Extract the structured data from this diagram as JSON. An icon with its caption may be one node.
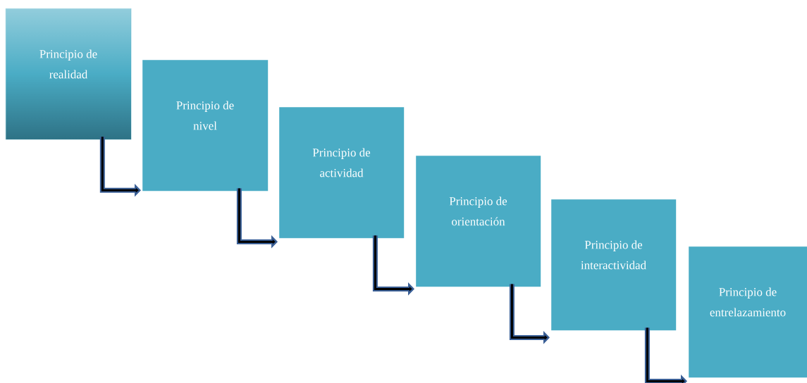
{
  "diagram": {
    "nodes": [
      {
        "text": [
          "Principio de realidad"
        ]
      },
      {
        "text": [
          "Principio de nivel"
        ]
      },
      {
        "text": [
          "Principio de actividad"
        ]
      },
      {
        "text": [
          "Principio de orientación"
        ]
      },
      {
        "text": [
          "Principio de interactividad"
        ]
      },
      {
        "text": [
          "Principio de entrelazamiento"
        ]
      }
    ],
    "edges": [
      {
        "from": 0,
        "to": 1,
        "arrow": "to"
      },
      {
        "from": 1,
        "to": 2,
        "arrow": "to"
      },
      {
        "from": 2,
        "to": 3,
        "arrow": "to"
      },
      {
        "from": 3,
        "to": 4,
        "arrow": "to"
      },
      {
        "from": 4,
        "to": 5,
        "arrow": "to"
      }
    ]
  }
}
